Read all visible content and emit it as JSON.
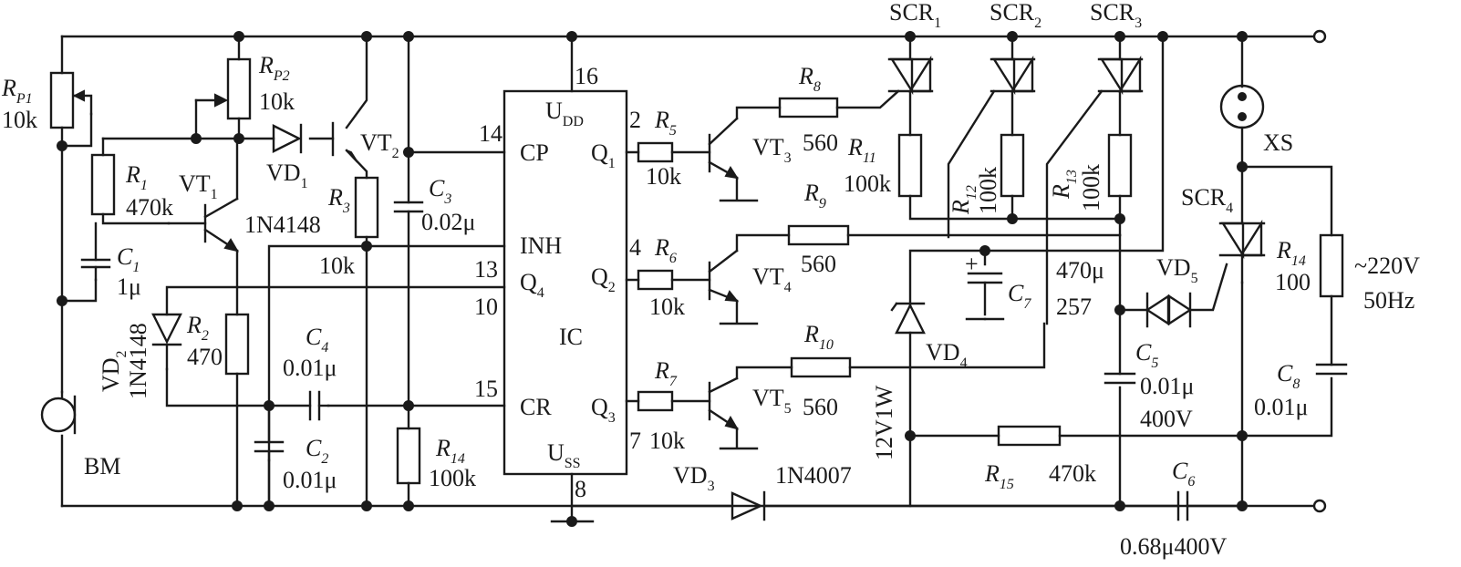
{
  "diagram": {
    "labels": {
      "rp1": "R",
      "rp1_sub": "P1",
      "rp1_val": "10k",
      "rp2": "R",
      "rp2_sub": "P2",
      "rp2_val": "10k",
      "r1": "R",
      "r1_sub": "1",
      "r1_val": "470k",
      "vt1": "VT",
      "vt1_sub": "1",
      "vd1": "VD",
      "vd1_sub": "1",
      "vt2": "VT",
      "vt2_sub": "2",
      "r3": "R",
      "r3_sub": "3",
      "r3_val": "10k",
      "part_1n4148": "1N4148",
      "c1": "C",
      "c1_sub": "1",
      "c1_val": "1μ",
      "c3": "C",
      "c3_sub": "3",
      "c3_val": "0.02μ",
      "vd2": "VD",
      "vd2_sub": "2",
      "vd2_part": "1N4148",
      "r2": "R",
      "r2_sub": "2",
      "r2_val": "470",
      "c4": "C",
      "c4_sub": "4",
      "c4_val": "0.01μ",
      "c2": "C",
      "c2_sub": "2",
      "c2_val": "0.01μ",
      "r14a": "R",
      "r14a_sub": "14",
      "r14a_val": "100k",
      "bm": "BM",
      "ic_pin16": "16",
      "ic_udd": "U",
      "ic_udd_sub": "DD",
      "ic_pin14": "14",
      "ic_cp": "CP",
      "ic_inh": "INH",
      "ic_pin13": "13",
      "ic_q4": "Q",
      "ic_q4_sub": "4",
      "ic_pin10": "10",
      "ic_name": "IC",
      "ic_pin15": "15",
      "ic_cr": "CR",
      "ic_uss": "U",
      "ic_uss_sub": "SS",
      "ic_pin8": "8",
      "ic_pin2": "2",
      "ic_q1": "Q",
      "ic_q1_sub": "1",
      "ic_pin4": "4",
      "ic_q2": "Q",
      "ic_q2_sub": "2",
      "ic_pin7": "7",
      "ic_q3": "Q",
      "ic_q3_sub": "3",
      "r5": "R",
      "r5_sub": "5",
      "r5_val": "10k",
      "r6": "R",
      "r6_sub": "6",
      "r6_val": "10k",
      "r7": "R",
      "r7_sub": "7",
      "r7_val": "10k",
      "vt3": "VT",
      "vt3_sub": "3",
      "vt4": "VT",
      "vt4_sub": "4",
      "vt5": "VT",
      "vt5_sub": "5",
      "r8": "R",
      "r8_sub": "8",
      "r8_val": "560",
      "r9": "R",
      "r9_sub": "9",
      "r9_val": "560",
      "r10": "R",
      "r10_sub": "10",
      "r10_val": "560",
      "scr1": "SCR",
      "scr1_sub": "1",
      "scr2": "SCR",
      "scr2_sub": "2",
      "scr3": "SCR",
      "scr3_sub": "3",
      "scr4": "SCR",
      "scr4_sub": "4",
      "r11": "R",
      "r11_sub": "11",
      "r11_val": "100k",
      "r12": "R",
      "r12_sub": "12",
      "r12_val": "100k",
      "r13": "R",
      "r13_sub": "13",
      "r13_val": "100k",
      "c7": "C",
      "c7_sub": "7",
      "c7_val": "470μ",
      "c7_plus": "+",
      "num_257": "257",
      "vd4": "VD",
      "vd4_sub": "4",
      "vd4_part": "12V1W",
      "vd3": "VD",
      "vd3_sub": "3",
      "vd3_part": "1N4007",
      "vd5": "VD",
      "vd5_sub": "5",
      "xs": "XS",
      "r14b": "R",
      "r14b_sub": "14",
      "r14b_val": "100",
      "c5": "C",
      "c5_sub": "5",
      "c5_val": "0.01μ",
      "c5_volt": "400V",
      "c8": "C",
      "c8_sub": "8",
      "c8_val": "0.01μ",
      "r15": "R",
      "r15_sub": "15",
      "r15_val": "470k",
      "c6": "C",
      "c6_sub": "6",
      "c6_val": "0.68μ400V",
      "supply": "~220V",
      "freq": "50Hz"
    }
  }
}
